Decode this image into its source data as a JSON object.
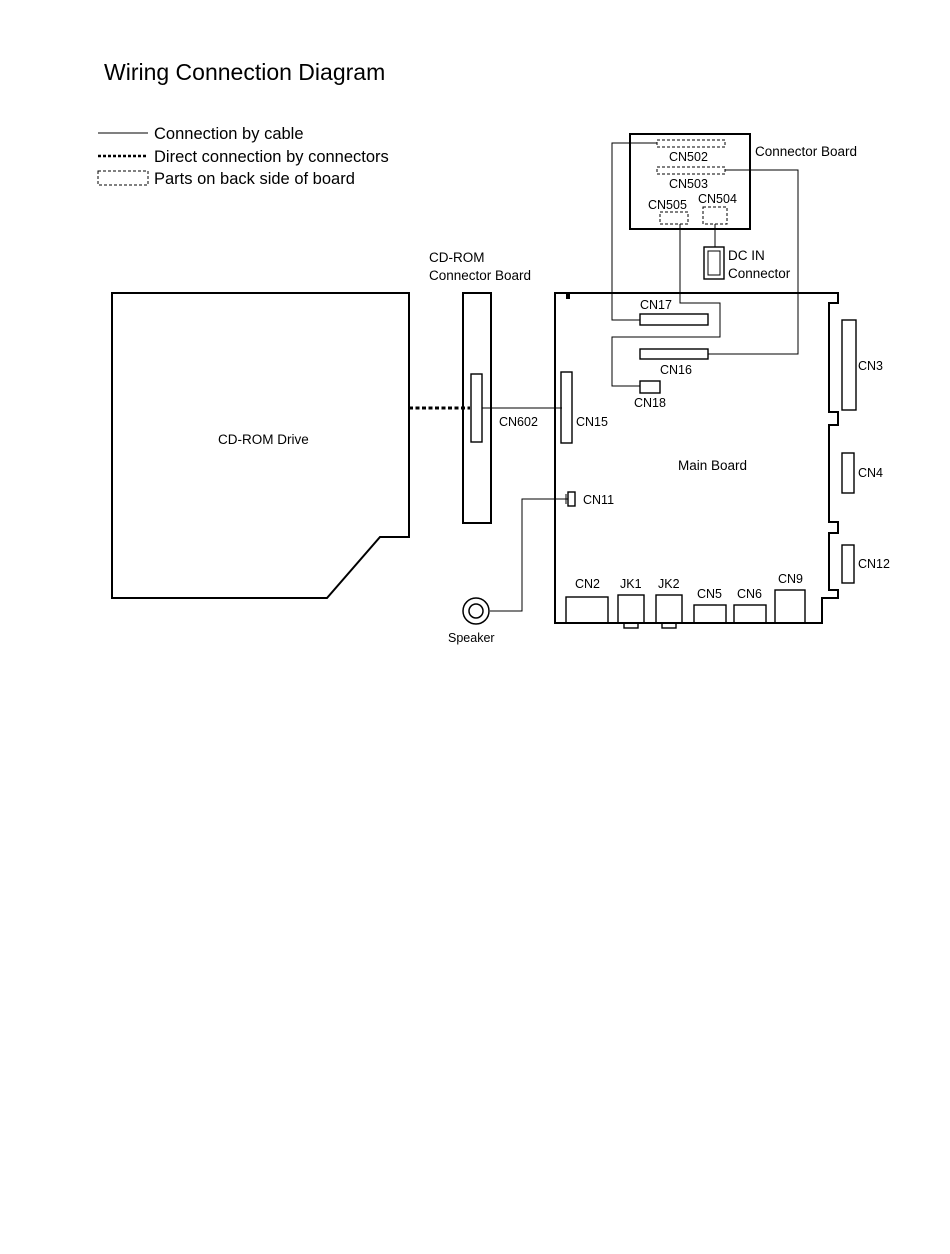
{
  "title": "Wiring Connection Diagram",
  "legend": {
    "cable": "Connection by cable",
    "direct": "Direct connection by connectors",
    "back_side": "Parts on back side of board"
  },
  "labels": {
    "connector_board": "Connector Board",
    "cn502": "CN502",
    "cn503": "CN503",
    "cn504": "CN504",
    "cn505": "CN505",
    "dc_in": "DC IN",
    "dc_in_connector": "Connector",
    "cdrom_board_line1": "CD-ROM",
    "cdrom_board_line2": "Connector Board",
    "cdrom_drive": "CD-ROM Drive",
    "cn602": "CN602",
    "cn15": "CN15",
    "cn17": "CN17",
    "cn16": "CN16",
    "cn18": "CN18",
    "cn3": "CN3",
    "cn4": "CN4",
    "cn12": "CN12",
    "main_board": "Main Board",
    "cn11": "CN11",
    "speaker": "Speaker",
    "cn2": "CN2",
    "jk1": "JK1",
    "jk2": "JK2",
    "cn5": "CN5",
    "cn6": "CN6",
    "cn9": "CN9"
  }
}
